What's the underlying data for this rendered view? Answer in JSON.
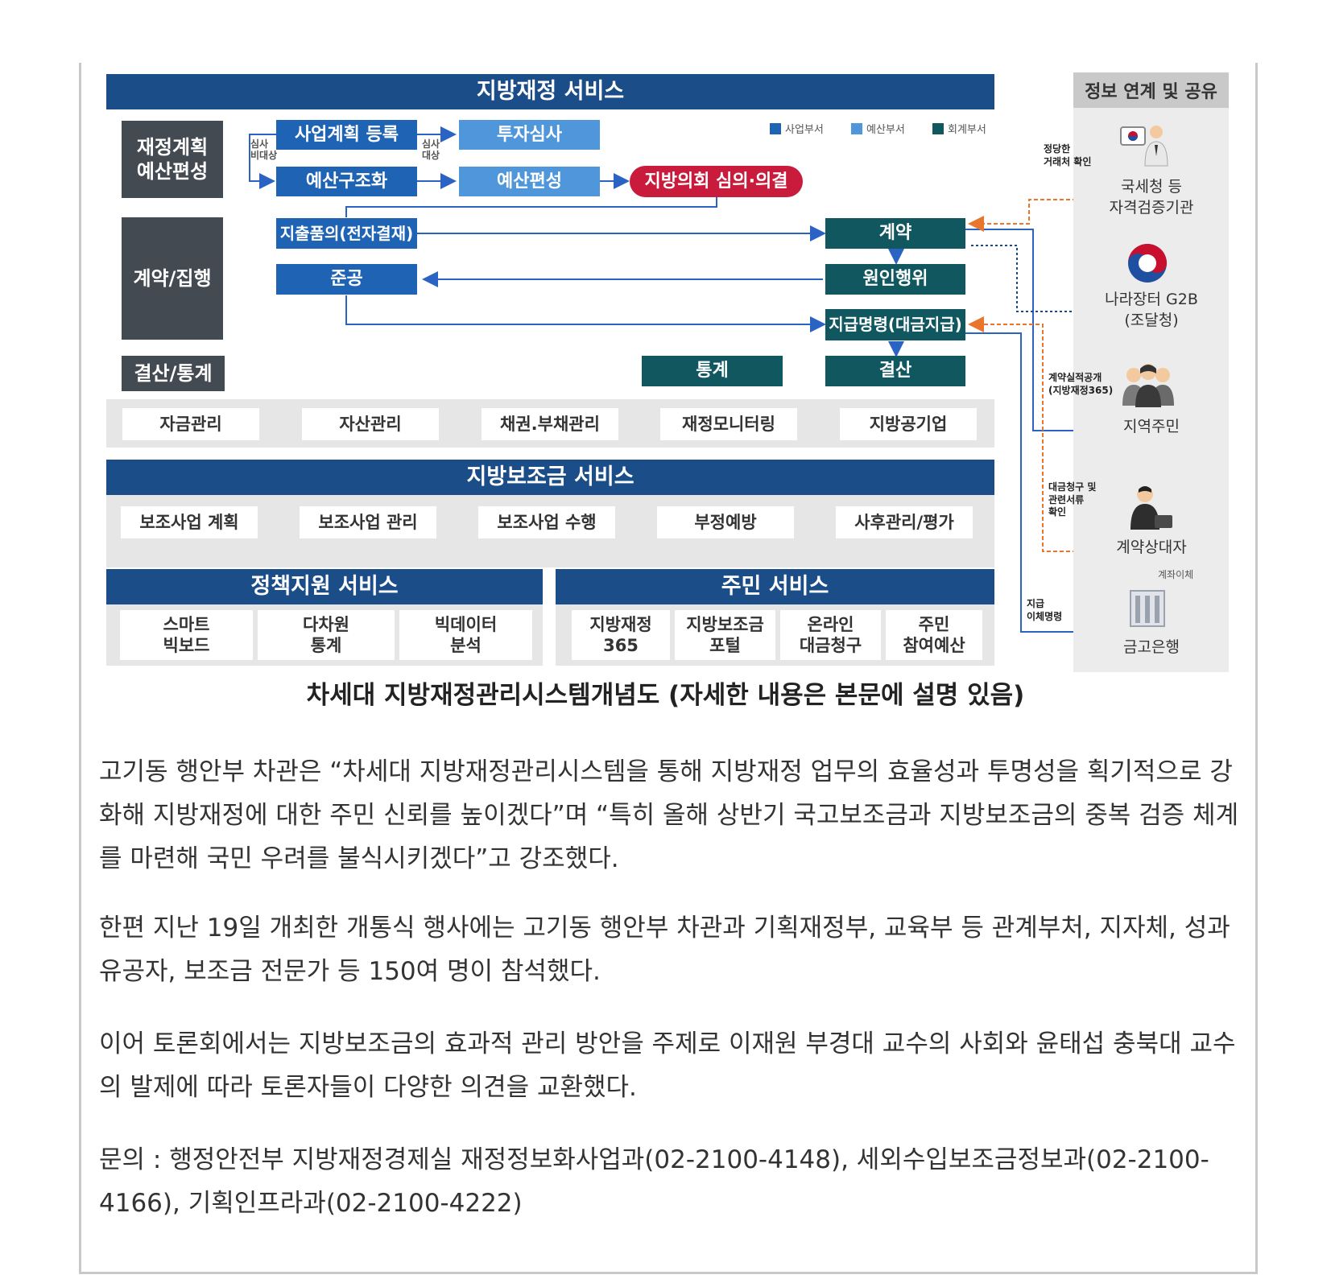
{
  "diagram": {
    "title": "지방재정 서비스",
    "side_title": "정보 연계 및 공유",
    "legend": [
      {
        "label": "사업부서",
        "color": "#1f63b5"
      },
      {
        "label": "예산부서",
        "color": "#4f96da"
      },
      {
        "label": "회계부서",
        "color": "#10575f"
      }
    ],
    "stages": {
      "plan": "재정계획\n예산편성",
      "execute": "계약/집행",
      "settle": "결산/통계"
    },
    "nodes": {
      "biz_plan": "사업계획 등록",
      "invest_review": "투자심사",
      "budget_restructure": "예산구조화",
      "budget_compile": "예산편성",
      "council": "지방의회 심의·의결",
      "expense_request": "지출품의(전자결재)",
      "contract": "계약",
      "completion": "준공",
      "cause_act": "원인행위",
      "payment_order": "지급명령(대금지급)",
      "statistics": "통계",
      "settlement": "결산"
    },
    "flow_notes": {
      "review_exempt": "심사\n비대상",
      "review_target": "심사\n대상"
    },
    "modules": [
      "자금관리",
      "자산관리",
      "채권.부채관리",
      "재정모니터링",
      "지방공기업"
    ],
    "subsidy": {
      "title": "지방보조금 서비스",
      "steps": [
        "보조사업 계획",
        "보조사업 관리",
        "보조사업 수행",
        "부정예방",
        "사후관리/평가"
      ]
    },
    "policy": {
      "title": "정책지원 서비스",
      "items": [
        "스마트\n빅보드",
        "다차원\n통계",
        "빅데이터\n분석"
      ]
    },
    "citizen": {
      "title": "주민 서비스",
      "items": [
        "지방재정\n365",
        "지방보조금\n포털",
        "온라인\n대금청구",
        "주민\n참여예산"
      ]
    },
    "entities": {
      "nts": "국세청 등\n자격검증기관",
      "g2b": "나라장터 G2B\n(조달청)",
      "residents": "지역주민",
      "contractor": "계약상대자",
      "bank": "금고은행"
    },
    "annotations": {
      "verify_vendor": "정당한\n거래처 확인",
      "contract_disclosure": "계약실적공개\n(지방재정365)",
      "claim_check": "대금청구 및\n관련서류\n확인",
      "transfer": "계좌이체",
      "pay_order": "지급\n이체명령"
    }
  },
  "caption": "차세대 지방재정관리시스템개념도 (자세한 내용은 본문에 설명 있음)",
  "paragraphs": [
    "고기동 행안부 차관은 “차세대 지방재정관리시스템을 통해 지방재정 업무의 효율성과 투명성을 획기적으로 강화해 지방재정에 대한 주민 신뢰를 높이겠다”며 “특히 올해 상반기 국고보조금과 지방보조금의 중복 검증 체계를 마련해 국민 우려를 불식시키겠다”고 강조했다.",
    "한편 지난 19일 개최한 개통식 행사에는 고기동 행안부 차관과 기획재정부, 교육부 등 관계부처, 지자체, 성과유공자, 보조금 전문가 등 150여 명이 참석했다.",
    "이어 토론회에서는 지방보조금의 효과적 관리 방안을 주제로 이재원 부경대 교수의 사회와 윤태섭 충북대 교수의 발제에 따라 토론자들이 다양한 의견을 교환했다.",
    "문의 : 행정안전부 지방재정경제실 재정정보화사업과(02-2100-4148), 세외수입보조금정보과(02-2100-4166), 기획인프라과(02-2100-4222)"
  ]
}
